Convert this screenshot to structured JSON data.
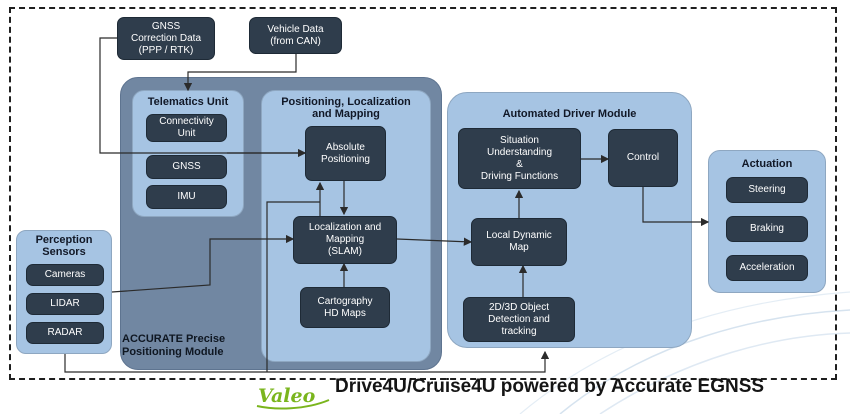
{
  "boxes": {
    "gnss_correction": "GNSS\nCorrection Data\n(PPP / RTK)",
    "vehicle_data": "Vehicle Data\n(from CAN)",
    "connectivity_unit": "Connectivity\nUnit",
    "gnss": "GNSS",
    "imu": "IMU",
    "absolute_positioning": "Absolute\nPositioning",
    "localization_mapping": "Localization and\nMapping\n(SLAM)",
    "cartography": "Cartography\nHD Maps",
    "situation_understanding": "Situation\nUnderstanding\n&\nDriving Functions",
    "control": "Control",
    "local_dynamic_map": "Local Dynamic\nMap",
    "object_detection": "2D/3D Object\nDetection and\ntracking",
    "cameras": "Cameras",
    "lidar": "LIDAR",
    "radar": "RADAR",
    "steering": "Steering",
    "braking": "Braking",
    "acceleration": "Acceleration"
  },
  "groups": {
    "telematics": "Telematics Unit",
    "positioning": "Positioning, Localization\nand Mapping",
    "adm": "Automated Driver Module",
    "perception": "Perception\nSensors",
    "actuation": "Actuation",
    "accurate_module": "ACCURATE Precise\nPositioning Module"
  },
  "footer": {
    "logo_text": "Valeo",
    "caption": "Drive4U/Cruise4U powered by Accurate EGNSS"
  },
  "colors": {
    "dark_box": "#2f3d4c",
    "light_group": "#a6c4e3",
    "gray_group": "#7187a2",
    "logo_green": "#7ab51d"
  }
}
